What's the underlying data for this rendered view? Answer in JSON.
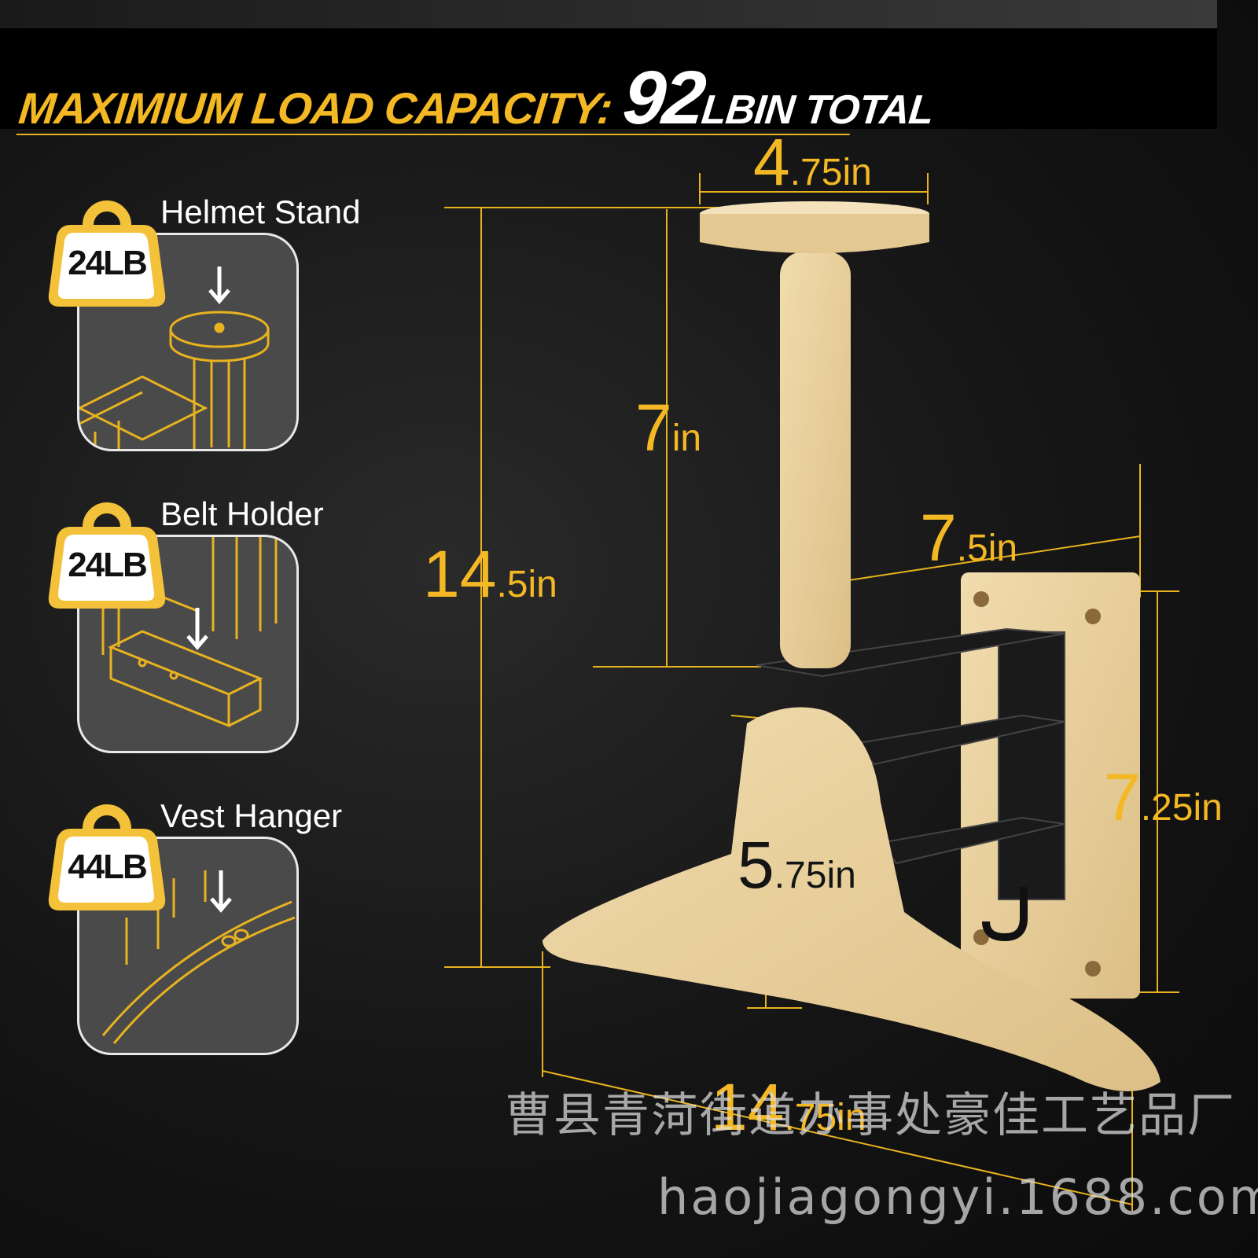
{
  "headline": {
    "label": "MAXIMIUM LOAD CAPACITY:",
    "value": "92",
    "unit": "LBIN TOTAL"
  },
  "features": [
    {
      "title": "Helmet Stand",
      "weight": "24LB"
    },
    {
      "title": "Belt Holder",
      "weight": "24LB"
    },
    {
      "title": "Vest Hanger",
      "weight": "44LB"
    }
  ],
  "dimensions": {
    "top_width": {
      "big": "4",
      "small": ".75in"
    },
    "post_height": {
      "big": "7",
      "small": "in"
    },
    "total_height": {
      "big": "14",
      "small": ".5in"
    },
    "depth": {
      "big": "7",
      "small": ".5in"
    },
    "plate_height": {
      "big": "7",
      "small": ".25in"
    },
    "hanger_height": {
      "big": "5",
      "small": ".75in"
    },
    "hanger_width": {
      "big": "14",
      "small": ".75in"
    }
  },
  "watermark": {
    "company": "曹县青菏街道办事处豪佳工艺品厂",
    "url": "haojiagongyi.1688.com"
  },
  "colors": {
    "accent": "#f3b823",
    "wood": "#e8cf9c",
    "background": "#111111",
    "panel": "#4a4a4a"
  }
}
